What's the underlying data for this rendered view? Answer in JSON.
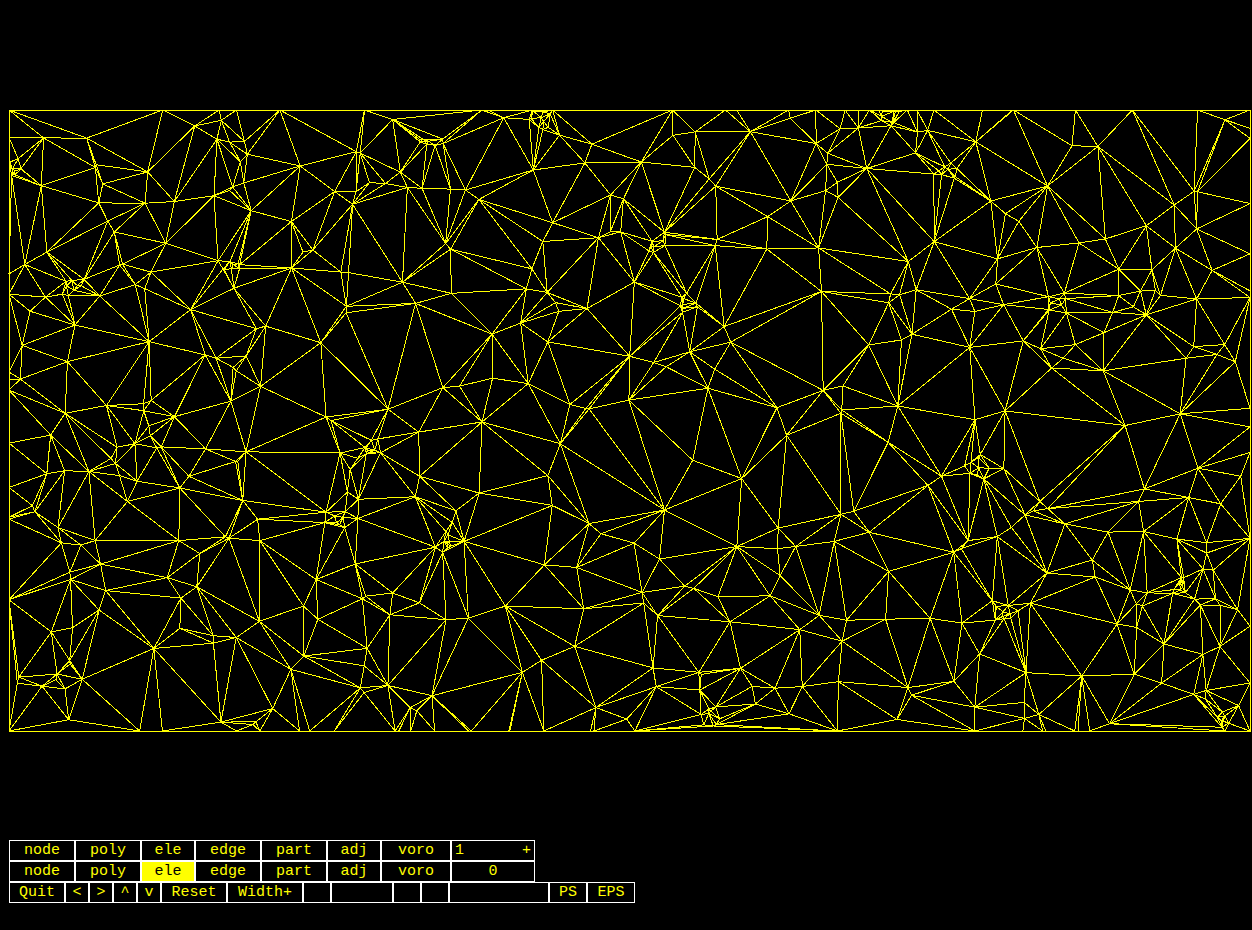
{
  "diagram": {
    "nodes": [
      {
        "text": [
          "node"
        ]
      },
      {
        "text": [
          "poly"
        ]
      },
      {
        "text": [
          "ele"
        ]
      },
      {
        "text": [
          "edge"
        ]
      },
      {
        "text": [
          "part"
        ]
      },
      {
        "text": [
          "adj"
        ]
      },
      {
        "text": [
          "voro"
        ]
      },
      {
        "text": [
          "1",
          "+"
        ]
      },
      {
        "text": [
          "node"
        ]
      },
      {
        "text": [
          "poly"
        ]
      },
      {
        "text": [
          "ele"
        ]
      },
      {
        "text": [
          "edge"
        ]
      },
      {
        "text": [
          "part"
        ]
      },
      {
        "text": [
          "adj"
        ]
      },
      {
        "text": [
          "voro"
        ]
      },
      {
        "text": [
          "0"
        ]
      },
      {
        "text": [
          "Quit"
        ]
      },
      {
        "text": [
          "<"
        ]
      },
      {
        "text": [
          ">"
        ]
      },
      {
        "text": [
          "^"
        ]
      },
      {
        "text": [
          "v"
        ]
      },
      {
        "text": [
          "Reset"
        ]
      },
      {
        "text": [
          "Width+"
        ]
      },
      {
        "text": [
          "PS"
        ]
      },
      {
        "text": [
          "EPS"
        ]
      }
    ]
  }
}
